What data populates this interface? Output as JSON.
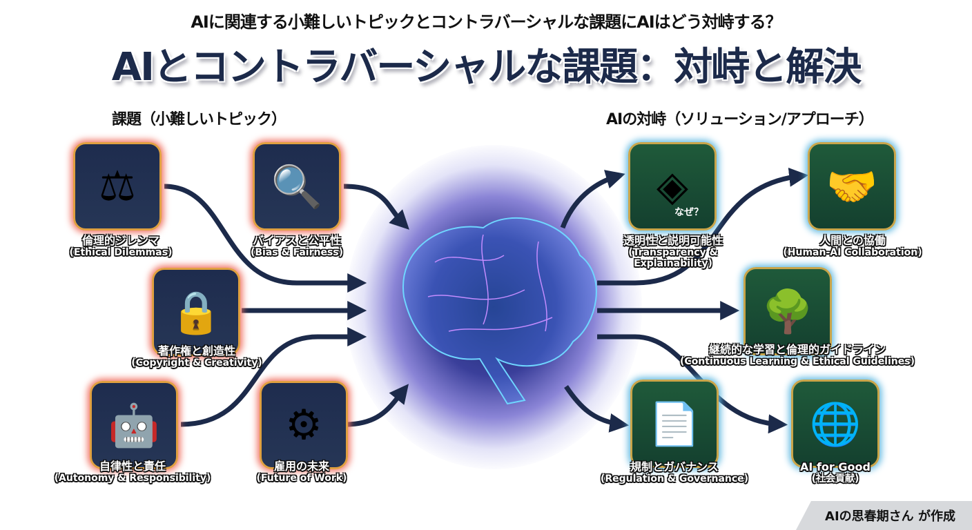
{
  "header": {
    "subtitle": "AIに関連する小難しいトピックとコントラバーシャルな課題にAIはどう対峙する？",
    "title": "AIとコントラバーシャルな課題：対峙と解決"
  },
  "left_section": {
    "heading": "課題（小難しいトピック）",
    "items": [
      {
        "jp": "倫理的ジレンマ",
        "en": "(Ethical Dilemmas)",
        "icon": "scales-chains-icon"
      },
      {
        "jp": "バイアスと公平性",
        "en": "(Bias & Fairness)",
        "icon": "magnifier-chart-icon"
      },
      {
        "jp": "著作権と創造性",
        "en": "(Copyright & Creativity)",
        "icon": "treasure-chest-lock-icon"
      },
      {
        "jp": "自律性と責任",
        "en": "(Autonomy & Responsibility)",
        "icon": "robot-hand-button-icon"
      },
      {
        "jp": "雇用の未来",
        "en": "(Future of Work)",
        "icon": "gears-hands-icon"
      }
    ]
  },
  "right_section": {
    "heading": "AIの対峙（ソリューション/アプローチ）",
    "items": [
      {
        "jp": "透明性と説明可能性",
        "en": "(Transparency & Explainability)",
        "icon": "glass-cube-icon",
        "inner_text": "なぜ？"
      },
      {
        "jp": "人間との協働",
        "en": "(Human-AI Collaboration)",
        "icon": "handshake-icon"
      },
      {
        "jp": "継続的な学習と倫理的ガイドライン",
        "en": "(Continuous Learning & Ethical Guidelines)",
        "icon": "tree-compass-icon"
      },
      {
        "jp": "規制とガバナンス",
        "en": "(Regulation & Governance)",
        "icon": "document-shield-icon"
      },
      {
        "jp": "AI for Good",
        "en": "(社会貢献)",
        "icon": "globe-heart-icon"
      }
    ]
  },
  "center": {
    "icon": "glowing-brain-icon"
  },
  "footer": {
    "credit": "AIの思春期さん が作成"
  },
  "colors": {
    "title": "#1c2a4a",
    "arrow": "#1c2a4a",
    "challenge_glow": "#f07060",
    "solution_glow": "#5fb8e0",
    "brain": "#4fc3ff"
  }
}
